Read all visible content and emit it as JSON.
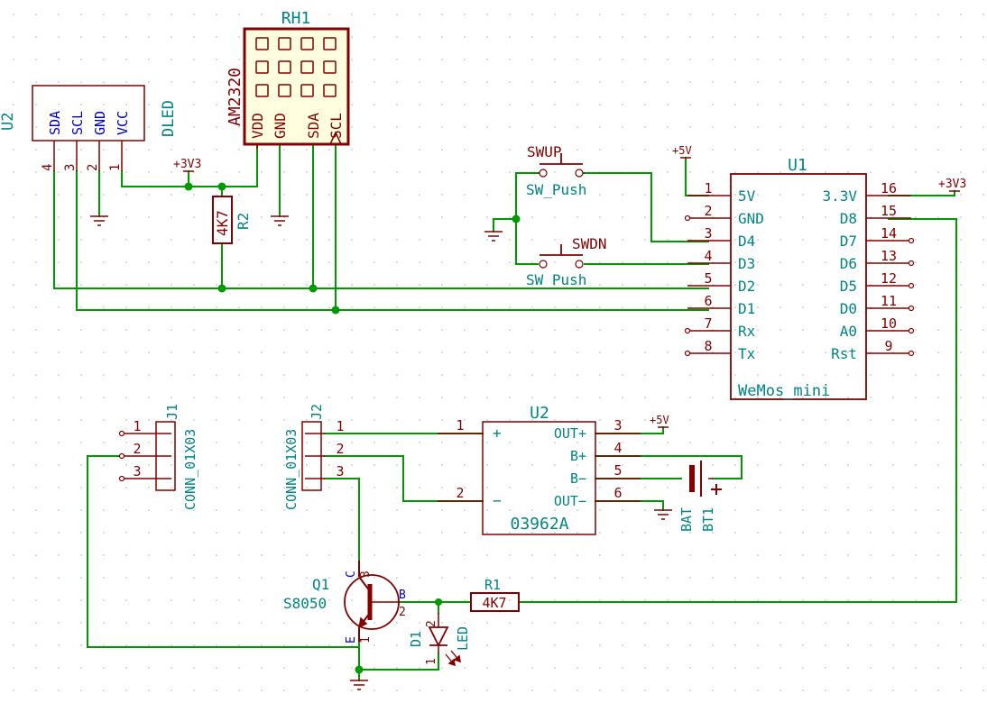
{
  "components": {
    "rh1": {
      "ref": "RH1",
      "value": "AM2320",
      "pins": [
        "VDD",
        "GND",
        "SDA",
        "SCL"
      ]
    },
    "u2_display": {
      "ref": "U2",
      "value": "DLED",
      "pins": [
        "SDA",
        "SCL",
        "GND",
        "VCC"
      ],
      "pin_numbers": [
        "4",
        "3",
        "2",
        "1"
      ]
    },
    "r2": {
      "ref": "R2",
      "value": "4K7"
    },
    "swup": {
      "ref": "SWUP",
      "value": "SW_Push"
    },
    "swdn": {
      "ref": "SWDN",
      "value": "SW_Push"
    },
    "u1": {
      "ref": "U1",
      "value": "WeMos_mini",
      "left_pins": [
        {
          "num": "1",
          "name": "5V"
        },
        {
          "num": "2",
          "name": "GND"
        },
        {
          "num": "3",
          "name": "D4"
        },
        {
          "num": "4",
          "name": "D3"
        },
        {
          "num": "5",
          "name": "D2"
        },
        {
          "num": "6",
          "name": "D1"
        },
        {
          "num": "7",
          "name": "Rx"
        },
        {
          "num": "8",
          "name": "Tx"
        }
      ],
      "right_pins": [
        {
          "num": "16",
          "name": "3.3V"
        },
        {
          "num": "15",
          "name": "D8"
        },
        {
          "num": "14",
          "name": "D7"
        },
        {
          "num": "13",
          "name": "D6"
        },
        {
          "num": "12",
          "name": "D5"
        },
        {
          "num": "11",
          "name": "D0"
        },
        {
          "num": "10",
          "name": "A0"
        },
        {
          "num": "9",
          "name": "Rst"
        }
      ]
    },
    "j1": {
      "ref": "J1",
      "value": "CONN_01X03",
      "pins": [
        "1",
        "2",
        "3"
      ]
    },
    "j2": {
      "ref": "J2",
      "value": "CONN_01X03",
      "pins": [
        "1",
        "2",
        "3"
      ]
    },
    "u2_amp": {
      "ref": "U2",
      "value": "03962A",
      "left_pins": [
        {
          "num": "1",
          "name": "+"
        },
        {
          "num": "2",
          "name": "−"
        }
      ],
      "right_pins": [
        {
          "num": "3",
          "name": "OUT+"
        },
        {
          "num": "4",
          "name": "B+"
        },
        {
          "num": "5",
          "name": "B−"
        },
        {
          "num": "6",
          "name": "OUT−"
        }
      ]
    },
    "bt1": {
      "ref": "BT1",
      "value": "BAT"
    },
    "q1": {
      "ref": "Q1",
      "value": "S8050",
      "pin_c": "C",
      "pin_c_num": "3",
      "pin_b": "B",
      "pin_b_num": "2",
      "pin_e": "E",
      "pin_e_num": "1"
    },
    "r1": {
      "ref": "R1",
      "value": "4K7"
    },
    "d1": {
      "ref": "D1",
      "value": "LED",
      "pin_a": "2",
      "pin_k": "1"
    }
  },
  "power": {
    "v33": "+3V3",
    "v5": "+5V"
  },
  "colors": {
    "body": "#840000",
    "wire": "#009900",
    "ref_text": "#008484",
    "pin_name": "#0000c0"
  }
}
